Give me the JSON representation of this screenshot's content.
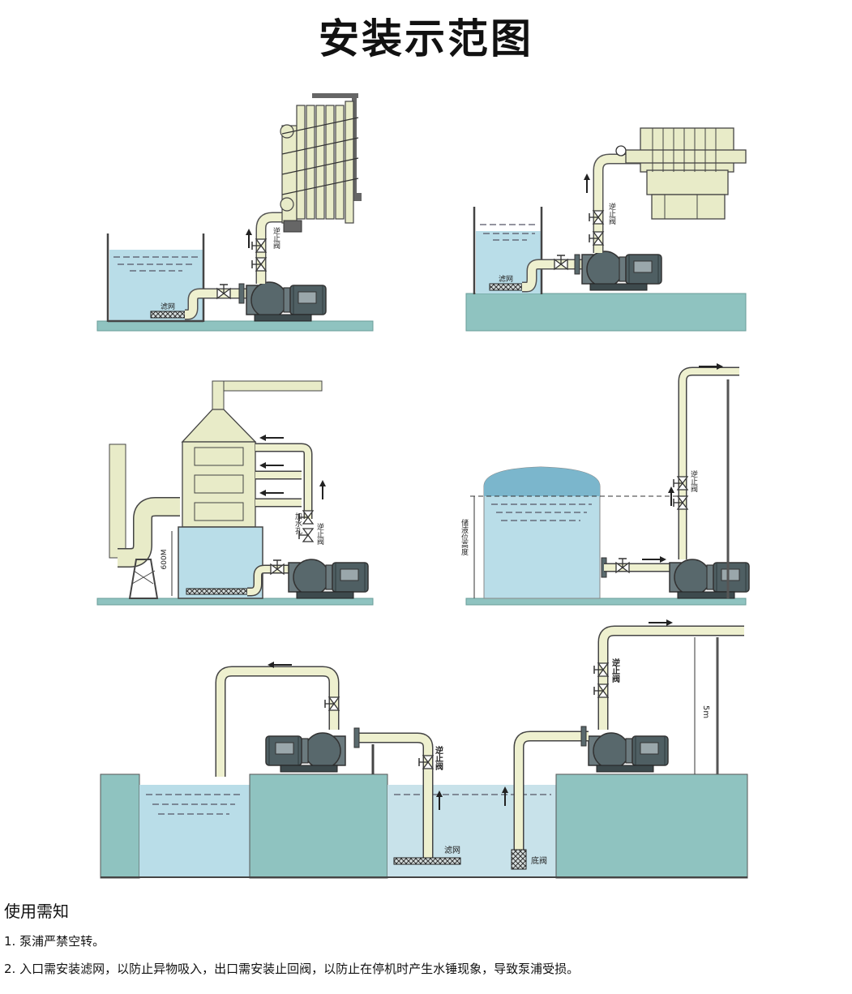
{
  "title": "安装示范图",
  "colors": {
    "water": "#b9dde8",
    "ground": "#8fc3c0",
    "pipe": "#eef0cf",
    "pipe_stroke": "#555555",
    "pump": "#4f5f63",
    "equipment": "#e8ebc8"
  },
  "labels": {
    "filter_net": "滤网",
    "check_valve": "逆止阀",
    "check_valve_v": "逆止阀",
    "water_inlet": "加水孔",
    "dim_600": "600M",
    "liquid_level": "储液位高度",
    "dim_5m": "5m",
    "filter": "滤网",
    "foot_valve": "底阀"
  },
  "notes": {
    "title": "使用需知",
    "items": [
      "1. 泵浦严禁空转。",
      "2. 入口需安装滤网，以防止异物吸入，出口需安装止回阀，以防止在停机时产生水锤现象，导致泵浦受损。"
    ]
  }
}
